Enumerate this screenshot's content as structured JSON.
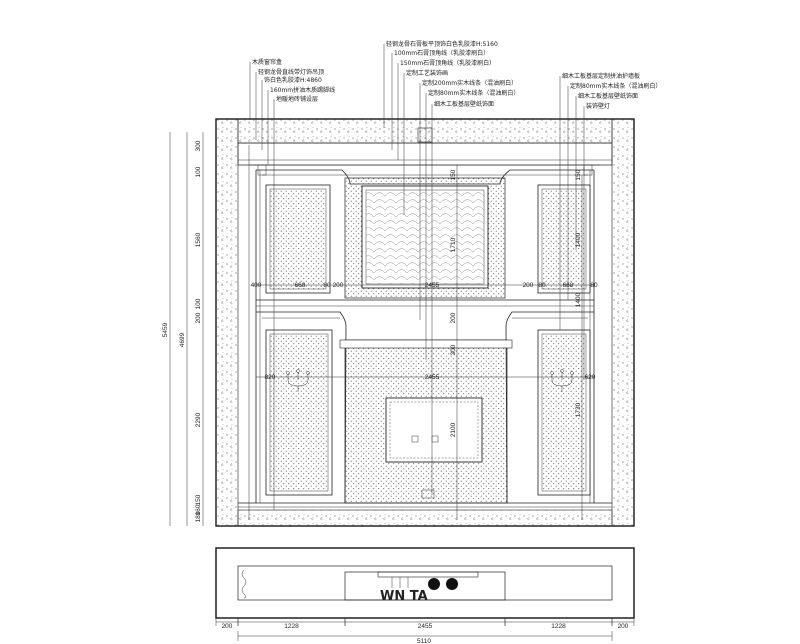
{
  "annotations_left": [
    "木质窗帘盒",
    "轻钢龙骨直线带灯饰吊顶",
    "饰白色乳胶漆H:4860",
    "160mm拼油木质踢脚线",
    "地暖地砖铺设层"
  ],
  "annotations_center": [
    "轻钢龙骨石膏板平顶饰白色乳胶漆H:5160",
    "100mm石膏顶角线（乳胶漆刷白）",
    "150mm石膏顶角线（乳胶漆刷白）",
    "定制工艺装饰画",
    "定制200mm实木线条（混油刷白）",
    "定制80mm实木线条（混油刷白）",
    "细木工板基层壁纸饰面"
  ],
  "annotations_right": [
    "细木工板基层定制拼油护墙板",
    "定制80mm实木线条（混油刷白）",
    "细木工板基层壁纸饰面",
    "装饰壁灯"
  ],
  "dims_left_outer": [
    "5459"
  ],
  "dims_left_mid": [
    "4699"
  ],
  "dims_left_inner": [
    "300",
    "100",
    "1560",
    "100",
    "200",
    "2290",
    "150",
    "160",
    "180"
  ],
  "dims_left_top": [
    "300"
  ],
  "dims_panel_top": [
    "400",
    "668",
    "80",
    "200",
    "2455",
    "200",
    "80",
    "668",
    "80"
  ],
  "dims_panel_bottom": [
    "820",
    "2455",
    "620"
  ],
  "dims_vertical_inner": [
    "150",
    "1400",
    "1710",
    "200",
    "300",
    "1730",
    "2100",
    "150",
    "1400"
  ],
  "dims_bottom": [
    "200",
    "1228",
    "2455",
    "1228",
    "200"
  ],
  "dim_total_bottom": "5110",
  "tv_cabinet_text": "WN TA"
}
